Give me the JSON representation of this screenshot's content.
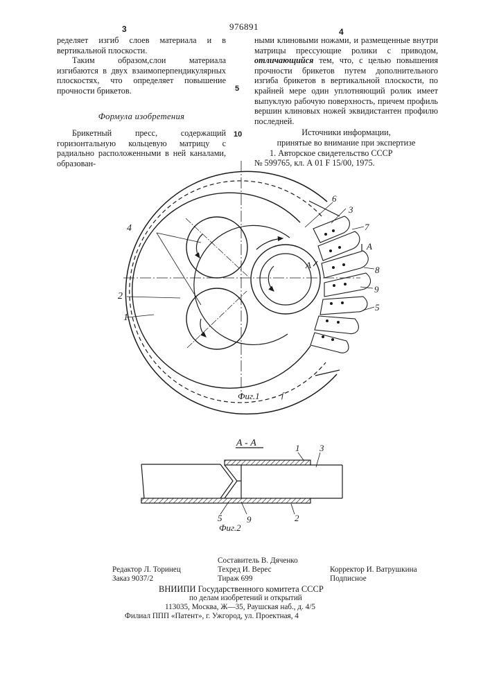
{
  "header": {
    "page_left": "3",
    "patent_number": "976891",
    "page_right": "4"
  },
  "left_column": {
    "p1": "ределяет изгиб слоев материала и в вертикальной плоскости.",
    "p2": "Таким образом,слои материала изгибаются в двух взаимоперпендикулярных плоскостях, что определяет повышение прочности брикетов.",
    "heading": "Формула изобретения",
    "p3": "Брикетный пресс, содержащий горизонтальную кольцевую матрицу с радиально расположенными в ней каналами, образован-"
  },
  "line_numbers": {
    "n5": "5",
    "n10": "10"
  },
  "right_column": {
    "p1_a": "ными клиновыми ножами, и размещенные внутри матрицы прессующие ролики с приводом,",
    "p1_emph": "отличающийся",
    "p1_b": "тем, что, с целью повышения прочности брикетов путем дополнительного изгиба брикетов в вертикальной плоскости, по крайней мере один уплотняющий ролик имеет выпуклую рабочую поверхность, причем профиль вершин клиновых ножей эквидистантен профилю последней.",
    "sources_line1": "Источники информации,",
    "sources_line2": "принятые во внимание при экспертизе",
    "ref1_a": "1. Авторское свидетельство СССР",
    "ref1_b": "№ 599765, кл. А 01 F 15/00, 1975."
  },
  "figure1": {
    "labels": {
      "l1": "1",
      "l2": "2",
      "l3": "3",
      "l4": "4",
      "l5": "5",
      "l6": "6",
      "l7": "7",
      "l8": "8",
      "l9": "9",
      "a1": "А",
      "a2": "А"
    },
    "caption": "Фиг.1"
  },
  "figure2": {
    "section": "А - А",
    "labels": {
      "l1": "1",
      "l2": "2",
      "l3": "3",
      "l5": "5",
      "l9": "9"
    },
    "caption": "Фиг.2"
  },
  "imprint": {
    "compiler": "Составитель В. Дяченко",
    "editor": "Редактор Л. Торинец",
    "tech": "Техред И. Верес",
    "corrector": "Корректор И. Ватрушкина",
    "order": "Заказ 9037/2",
    "circulation": "Тираж 699",
    "subscription": "Подписное",
    "org1": "ВНИИПИ Государственного комитета СССР",
    "org2": "по делам изобретений и открытий",
    "org3": "113035, Москва, Ж—35, Раушская наб., д. 4/5",
    "branch": "Филиал ППП «Патент», г. Ужгород, ул. Проектная, 4"
  }
}
